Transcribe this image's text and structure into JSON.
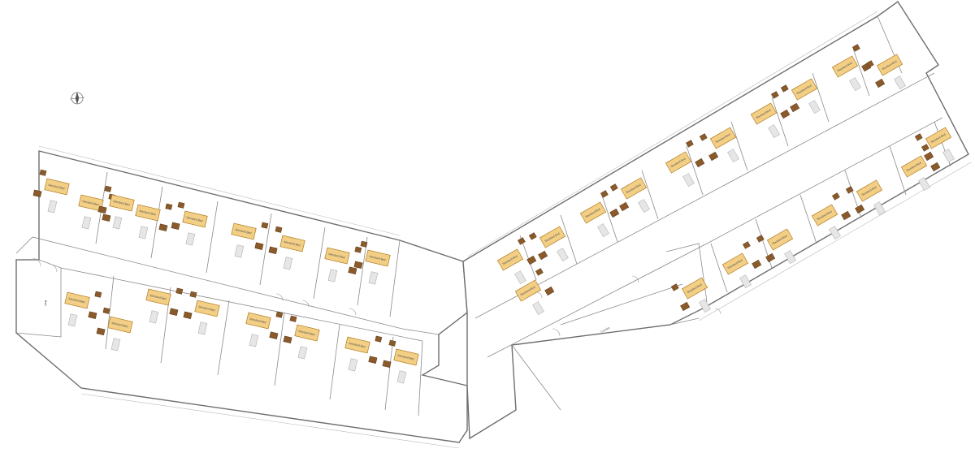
{
  "plan": {
    "bed_label": "Standard Bed",
    "bath_label": "Bath",
    "corridor_label": "Corridor",
    "colors": {
      "bed": "#f3cf86",
      "desk": "#8a5a2b",
      "wall": "#6e6e6e",
      "background": "#ffffff"
    },
    "icons": [
      "north-arrow-icon"
    ]
  }
}
